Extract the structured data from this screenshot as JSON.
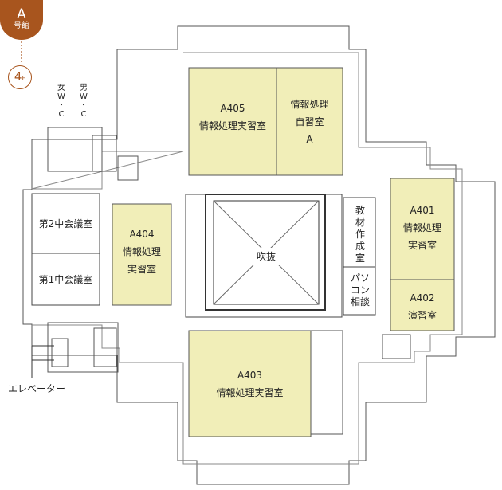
{
  "building_badge": {
    "letter": "A",
    "label": "号館"
  },
  "floor_badge": {
    "number": "4",
    "suffix": "F"
  },
  "restrooms": {
    "women": [
      "女",
      "W",
      "・",
      "C"
    ],
    "men": [
      "男",
      "W",
      "・",
      "C"
    ]
  },
  "elevator_label": "エレベーター",
  "rooms": {
    "a405": {
      "code": "A405",
      "name": "情報処理実習室"
    },
    "jishu": {
      "line1": "情報処理",
      "line2": "自習室",
      "line3": "A"
    },
    "a401": {
      "code": "A401",
      "line1": "情報処理",
      "line2": "実習室"
    },
    "a402": {
      "code": "A402",
      "name": "演習室"
    },
    "a404": {
      "code": "A404",
      "line1": "情報処理",
      "line2": "実習室"
    },
    "a403": {
      "code": "A403",
      "name": "情報処理実習室"
    },
    "conf2": {
      "name": "第2中会議室"
    },
    "conf1": {
      "name": "第1中会議室"
    },
    "atrium": {
      "name": "吹抜"
    },
    "kyozai": {
      "chars": [
        "教",
        "材",
        "作",
        "成",
        "室"
      ]
    },
    "pasokon": {
      "lines": [
        "パソ",
        "コン",
        "相談"
      ]
    }
  },
  "colors": {
    "room_fill": "#f1eeb8",
    "badge": "#a8551e",
    "wall": "#555555"
  }
}
